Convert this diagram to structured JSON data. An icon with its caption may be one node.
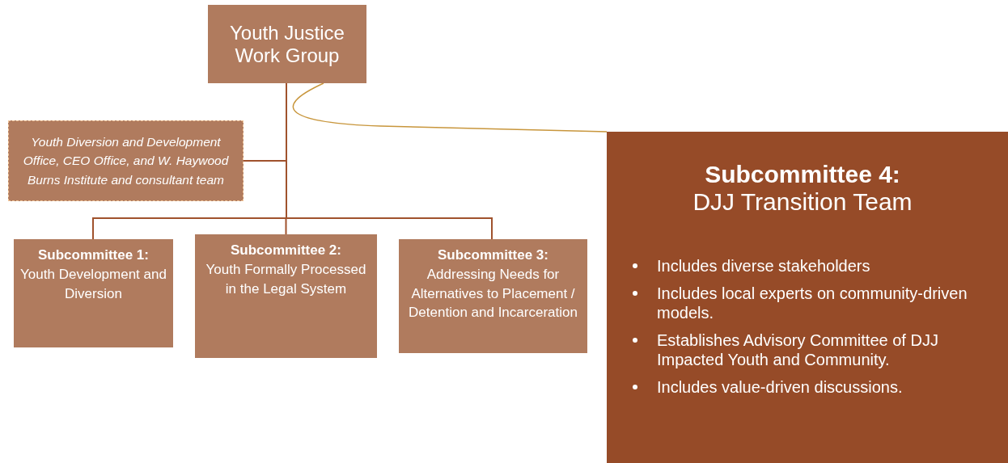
{
  "diagram": {
    "nodes": [
      {
        "text": [
          "Youth Justice Work Group"
        ]
      },
      {
        "text": [
          "Youth Diversion and Development Office, CEO Office, and W. Haywood Burns Institute and consultant team"
        ]
      },
      {
        "text": [
          "Subcommittee 1:",
          "Youth Development and Diversion"
        ]
      },
      {
        "text": [
          "Subcommittee 2:",
          "Youth Formally Processed in the Legal System"
        ]
      },
      {
        "text": [
          "Subcommittee 3:",
          "Addressing Needs for Alternatives to Placement / Detention and Incarceration"
        ]
      },
      {
        "text": [
          "Subcommittee 4:",
          "DJJ Transition Team",
          "Includes diverse stakeholders",
          "Includes local experts on community-driven models.",
          "Establishes Advisory Committee of DJJ Impacted Youth and Community.",
          "Includes value-driven discussions."
        ]
      }
    ],
    "edges": [
      {
        "from": 0,
        "to": 1,
        "arrow": "none"
      },
      {
        "from": 0,
        "to": 2,
        "arrow": "none"
      },
      {
        "from": 0,
        "to": 3,
        "arrow": "none"
      },
      {
        "from": 0,
        "to": 4,
        "arrow": "none"
      },
      {
        "from": 0,
        "to": 5,
        "arrow": "none",
        "color": "#c8963c"
      }
    ]
  }
}
